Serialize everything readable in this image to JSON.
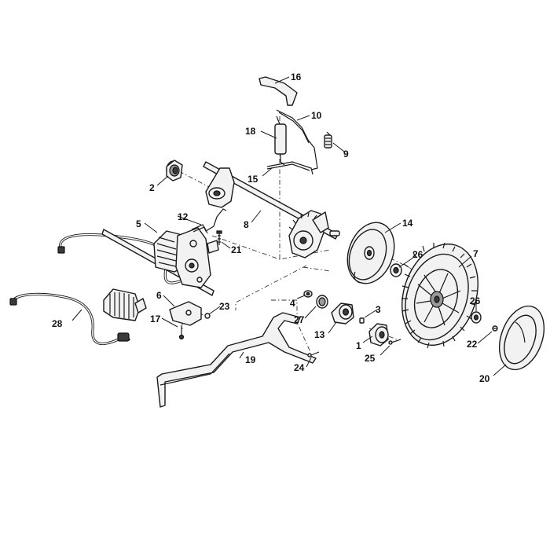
{
  "callouts": {
    "c1": "1",
    "c2": "2",
    "c3": "3",
    "c4": "4",
    "c5": "5",
    "c6": "6",
    "c7": "7",
    "c8": "8",
    "c9": "9",
    "c10": "10",
    "c12": "12",
    "c13": "13",
    "c14": "14",
    "c15": "15",
    "c16": "16",
    "c17": "17",
    "c18": "18",
    "c19": "19",
    "c20": "20",
    "c21": "21",
    "c22": "22",
    "c23": "23",
    "c24": "24",
    "c25": "25",
    "c26a": "26",
    "c26b": "26",
    "c27": "27",
    "c28": "28"
  }
}
